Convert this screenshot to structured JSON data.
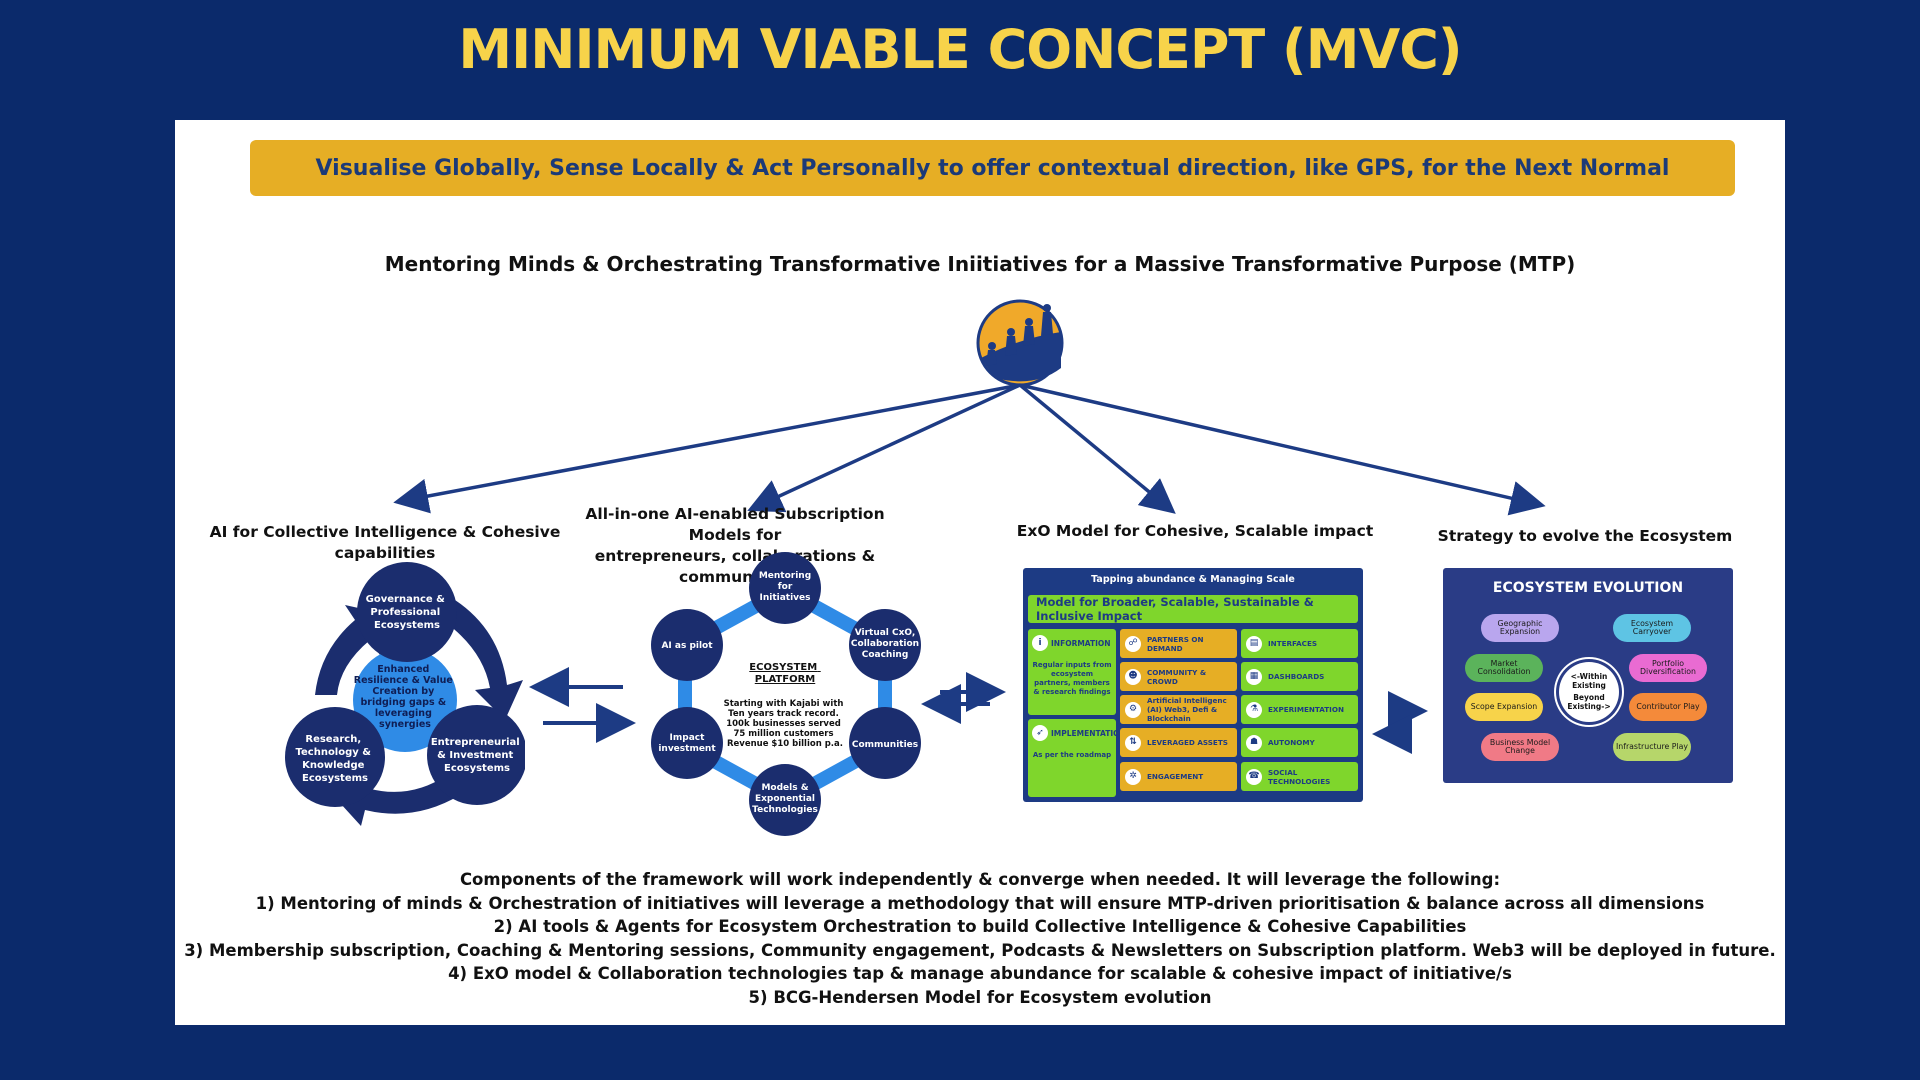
{
  "title": "MINIMUM VIABLE CONCEPT (MVC)",
  "banner": "Visualise Globally, Sense Locally & Act Personally to offer contextual direction, like GPS, for the Next Normal",
  "mtp_heading": "Mentoring Minds & Orchestrating Transformative Iniitiatives for a Massive Transformative Purpose (MTP)",
  "columns": {
    "ai": "AI for Collective Intelligence & Cohesive  capabilities",
    "subscription": [
      "All-in-one AI-enabled Subscription Models for",
      "entrepreneurs, collaborations & communities"
    ],
    "exo": "ExO Model for Cohesive, Scalable impact",
    "strategy": "Strategy to evolve the Ecosystem"
  },
  "cycle": {
    "center": [
      "Enhanced",
      "Resilience & Value",
      "Creation by",
      "bridging gaps &",
      "leveraging",
      "synergies"
    ],
    "nodes": {
      "governance": [
        "Governance &",
        "Professional",
        "Ecosystems"
      ],
      "entrepreneurial": [
        "Entrepreneurial",
        "& Investment",
        "Ecosystems"
      ],
      "research": [
        "Research,",
        "Technology &",
        "Knowledge",
        "Ecosystems"
      ]
    }
  },
  "platform": {
    "title": [
      "ECOSYSTEM",
      "PLATFORM"
    ],
    "body": [
      "Starting with Kajabi with",
      "Ten years track record.",
      "100k businesses served",
      "75 million customers",
      "Revenue $10 billion p.a."
    ],
    "nodes": {
      "mentoring": [
        "Mentoring",
        "for",
        "Initiatives"
      ],
      "virtual": [
        "Virtual CxO,",
        "Collaboration",
        "Coaching"
      ],
      "communities": [
        "Communities"
      ],
      "models": [
        "Models &",
        "Exponential",
        "Technologies"
      ],
      "impact": [
        "Impact",
        "investment"
      ],
      "ai_pilot": [
        "AI as pilot"
      ]
    }
  },
  "exo": {
    "header": "Tapping abundance & Managing Scale",
    "bar": "Model for Broader, Scalable, Sustainable & Inclusive Impact",
    "information": {
      "label": "INFORMATION",
      "body": "Regular inputs from ecosystem partners, members & research findings"
    },
    "implementation": {
      "label": "IMPLEMENTATION",
      "body": "As per the roadmap"
    },
    "orange": [
      "PARTNERS ON DEMAND",
      "COMMUNITY & CROWD",
      "Artificial Intelligenc (AI) Web3, Defi & Blockchain",
      "LEVERAGED ASSETS",
      "ENGAGEMENT"
    ],
    "green": [
      "INTERFACES",
      "DASHBOARDS",
      "EXPERIMENTATION",
      "AUTONOMY",
      "SOCIAL TECHNOLOGIES"
    ]
  },
  "eco": {
    "title": "ECOSYSTEM EVOLUTION",
    "center": [
      "<-Within",
      "Existing",
      "Beyond",
      "Existing->"
    ],
    "pills": {
      "geographic": "Geographic Expansion",
      "carryover": "Ecosystem Carryover",
      "consolidation": "Market Consolidation",
      "portfolio": "Portfolio Diversification",
      "scope": "Scope Expansion",
      "contributor": "Contributor Play",
      "business_model": "Business Model Change",
      "infrastructure": "Infrastructure Play"
    },
    "colors": {
      "geographic": "#b9a6ee",
      "carryover": "#5ec4e4",
      "consolidation": "#5bb35b",
      "portfolio": "#e96bd2",
      "scope": "#f7d34a",
      "contributor": "#f48a3a",
      "business_model": "#f07a86",
      "infrastructure": "#b6d66a"
    }
  },
  "footer": [
    "Components of the framework will work independently & converge when needed. It will leverage the following:",
    "1) Mentoring of minds & Orchestration of initiatives will leverage a methodology that will ensure MTP-driven prioritisation & balance across all dimensions",
    "2) AI tools & Agents for Ecosystem Orchestration to build Collective Intelligence & Cohesive Capabilities",
    "3) Membership subscription, Coaching & Mentoring sessions, Community engagement, Podcasts & Newsletters on Subscription platform. Web3 will be deployed in future.",
    "4) ExO model & Collaboration technologies tap & manage abundance for scalable & cohesive impact of initiative/s",
    "5) BCG-Hendersen Model for Ecosystem evolution"
  ],
  "colors": {
    "navy": "#0b2a6b",
    "yellow": "#f7d34a",
    "gold": "#e6ae25",
    "node_blue": "#1b2d6e",
    "light_blue": "#2f8be6",
    "green": "#7fd62c"
  }
}
